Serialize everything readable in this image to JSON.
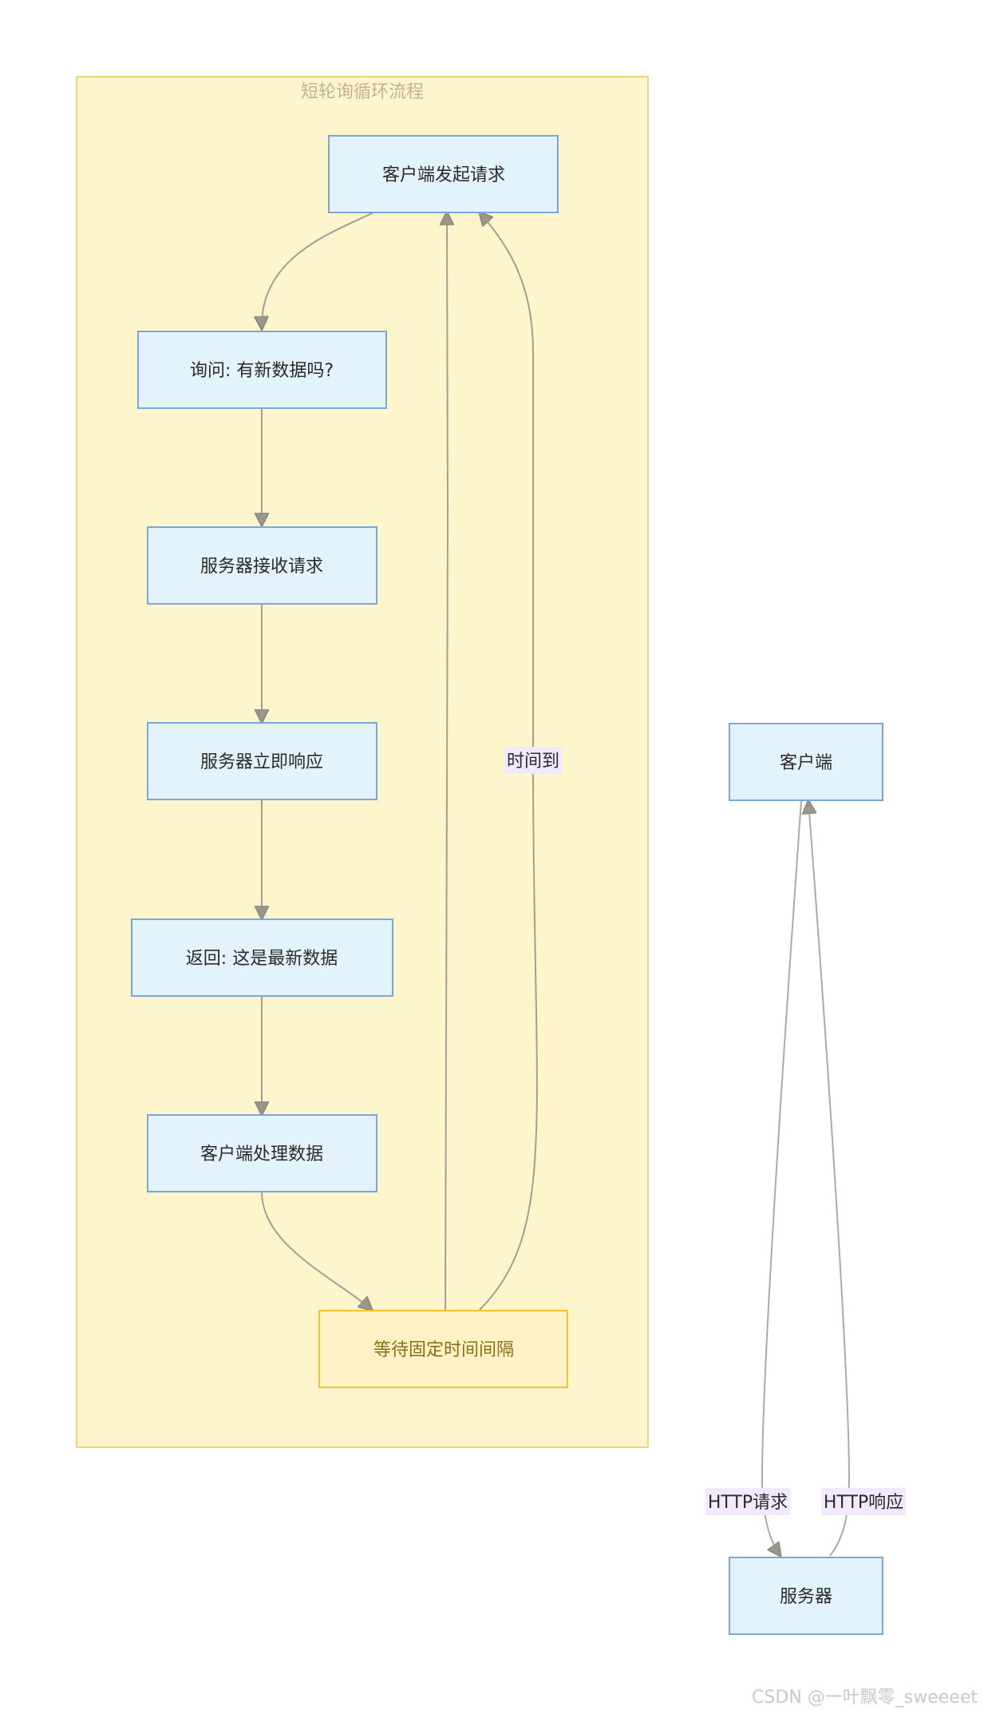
{
  "cluster": {
    "title": "短轮询循环流程"
  },
  "nodes": {
    "client_request": "客户端发起请求",
    "ask_new_data": "询问: 有新数据吗?",
    "server_receive": "服务器接收请求",
    "server_respond": "服务器立即响应",
    "return_latest": "返回: 这是最新数据",
    "client_process": "客户端处理数据",
    "wait_interval": "等待固定时间间隔",
    "client": "客户端",
    "server": "服务器"
  },
  "edge_labels": {
    "time_up": "时间到",
    "http_request": "HTTP请求",
    "http_response": "HTTP响应"
  },
  "colors": {
    "cluster_fill": "#fff5cc",
    "cluster_stroke": "#e8c85a",
    "node_fill": "#e3f3fc",
    "node_stroke": "#7aa6e0",
    "wait_fill": "#fff2c6",
    "wait_stroke": "#f2c431",
    "edge_label_bg": "#f3e9ff"
  },
  "watermark": "CSDN @一叶飘零_sweeeet"
}
